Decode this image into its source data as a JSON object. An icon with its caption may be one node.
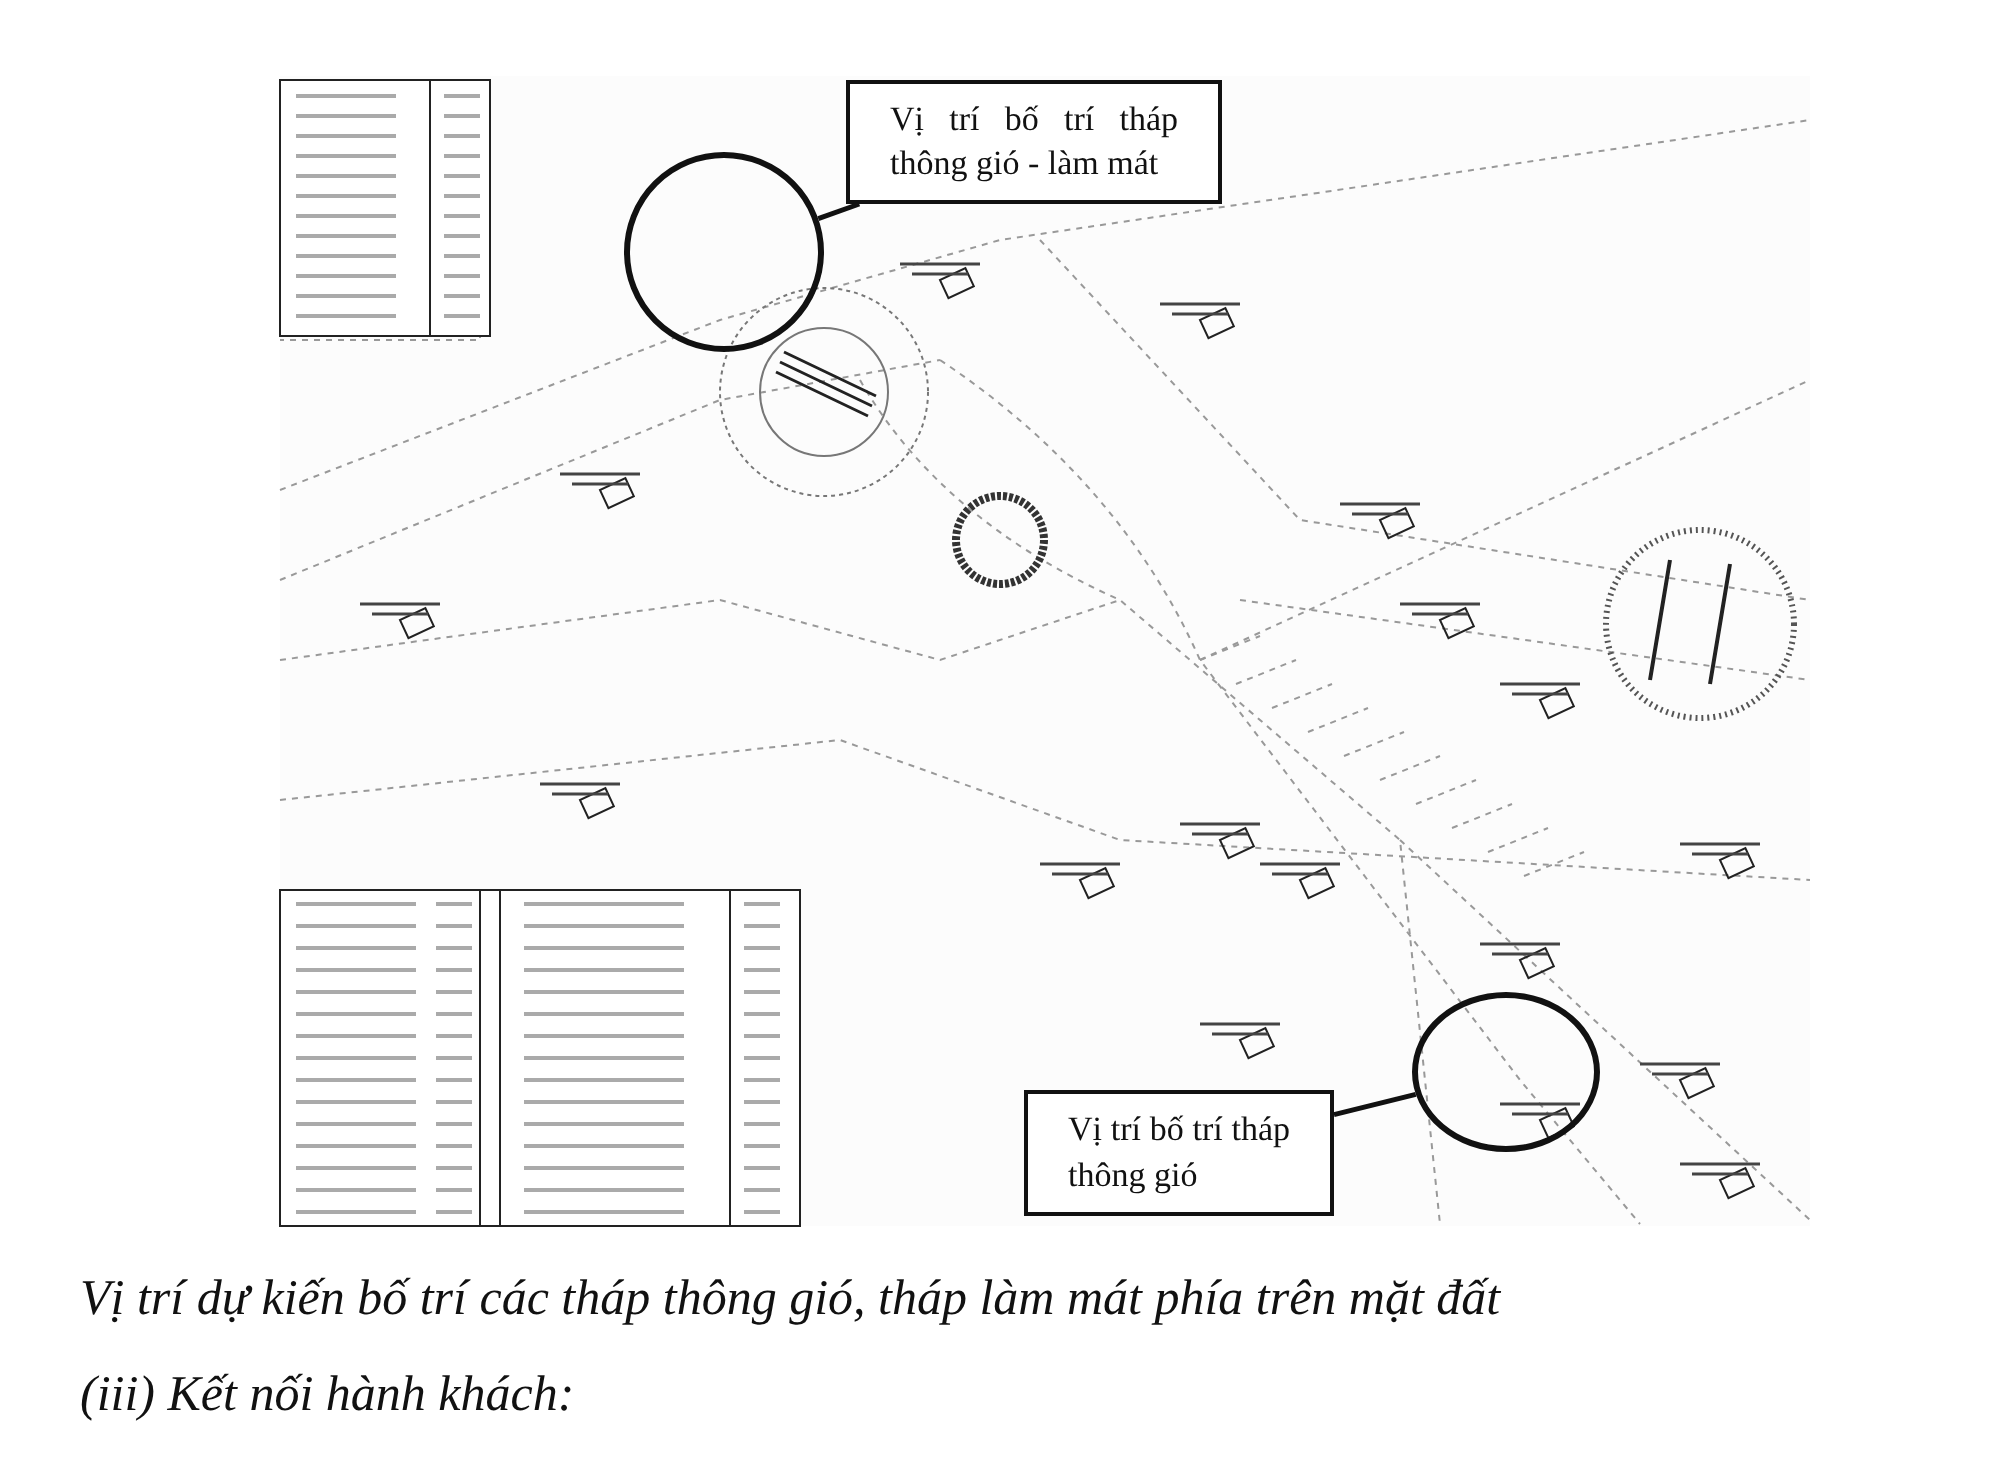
{
  "diagram": {
    "caption": "Vị trí dự kiến bố trí các tháp thông gió, tháp làm mát phía trên mặt đất",
    "nodes": [
      {
        "text": [
          "Vị trí bố trí tháp thông gió - làm mát"
        ]
      },
      {
        "text": [],
        "shape": "circle"
      },
      {
        "text": [
          "Vị trí bố trí tháp thông gió"
        ]
      },
      {
        "text": [],
        "shape": "circle"
      }
    ],
    "edges": [
      {
        "from": 0,
        "to": 1,
        "arrow": "none"
      },
      {
        "from": 2,
        "to": 3,
        "arrow": "none"
      }
    ],
    "labels": [
      "(iii) Kết nối hành khách:"
    ]
  }
}
